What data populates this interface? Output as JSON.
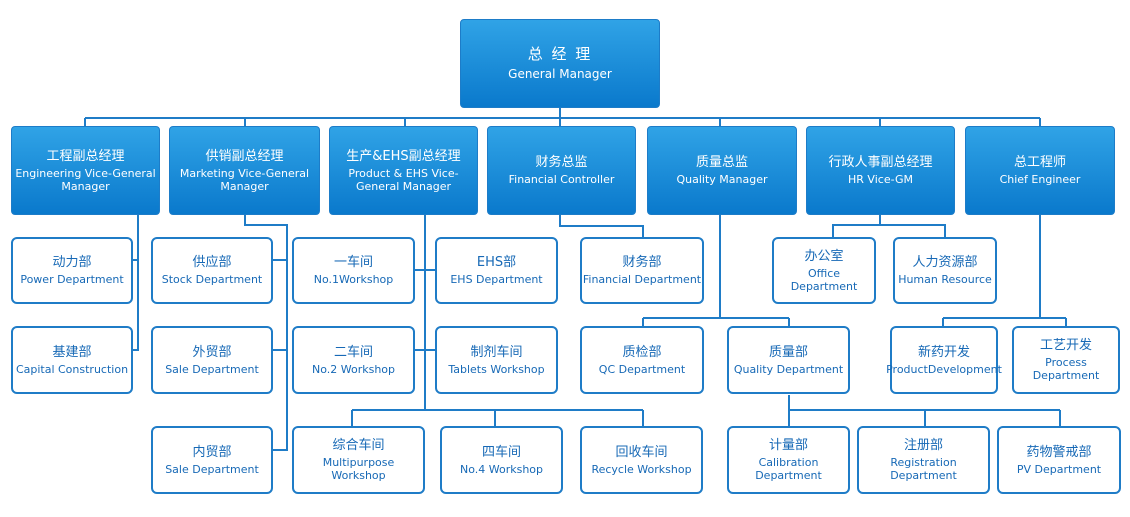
{
  "general_manager": {
    "zh": "总 经 理",
    "en": "General Manager"
  },
  "executives": [
    {
      "zh": "工程副总经理",
      "en": "Engineering Vice-General Manager"
    },
    {
      "zh": "供销副总经理",
      "en": "Marketing Vice-General Manager"
    },
    {
      "zh": "生产&EHS副总经理",
      "en": "Product & EHS Vice-General Manager"
    },
    {
      "zh": "财务总监",
      "en": "Financial Controller"
    },
    {
      "zh": "质量总监",
      "en": "Quality Manager"
    },
    {
      "zh": "行政人事副总经理",
      "en": "HR Vice-GM"
    },
    {
      "zh": "总工程师",
      "en": "Chief Engineer"
    }
  ],
  "departments": [
    {
      "zh": "动力部",
      "en": "Power Department"
    },
    {
      "zh": "基建部",
      "en": "Capital Construction"
    },
    {
      "zh": "供应部",
      "en": "Stock Department"
    },
    {
      "zh": "外贸部",
      "en": "Sale Department"
    },
    {
      "zh": "内贸部",
      "en": "Sale Department"
    },
    {
      "zh": "一车间",
      "en": "No.1Workshop"
    },
    {
      "zh": "EHS部",
      "en": "EHS Department"
    },
    {
      "zh": "二车间",
      "en": "No.2 Workshop"
    },
    {
      "zh": "制剂车间",
      "en": "Tablets Workshop"
    },
    {
      "zh": "综合车间",
      "en": "Multipurpose Workshop"
    },
    {
      "zh": "四车间",
      "en": "No.4 Workshop"
    },
    {
      "zh": "回收车间",
      "en": "Recycle Workshop"
    },
    {
      "zh": "财务部",
      "en": "Financial Department"
    },
    {
      "zh": "质检部",
      "en": "QC Department"
    },
    {
      "zh": "质量部",
      "en": "Quality Department"
    },
    {
      "zh": "计量部",
      "en": "Calibration Department"
    },
    {
      "zh": "注册部",
      "en": "Registration Department"
    },
    {
      "zh": "药物警戒部",
      "en": "PV Department"
    },
    {
      "zh": "办公室",
      "en": "Office Department"
    },
    {
      "zh": "人力资源部",
      "en": "Human Resource"
    },
    {
      "zh": "新药开发",
      "en": "ProductDevelopment"
    },
    {
      "zh": "工艺开发",
      "en": "Process Department"
    }
  ],
  "colors": {
    "box_fill_top": "#30a3e6",
    "box_fill_bottom": "#0a79cc",
    "line": "#1f7cc7",
    "dept_text": "#1769b6"
  }
}
